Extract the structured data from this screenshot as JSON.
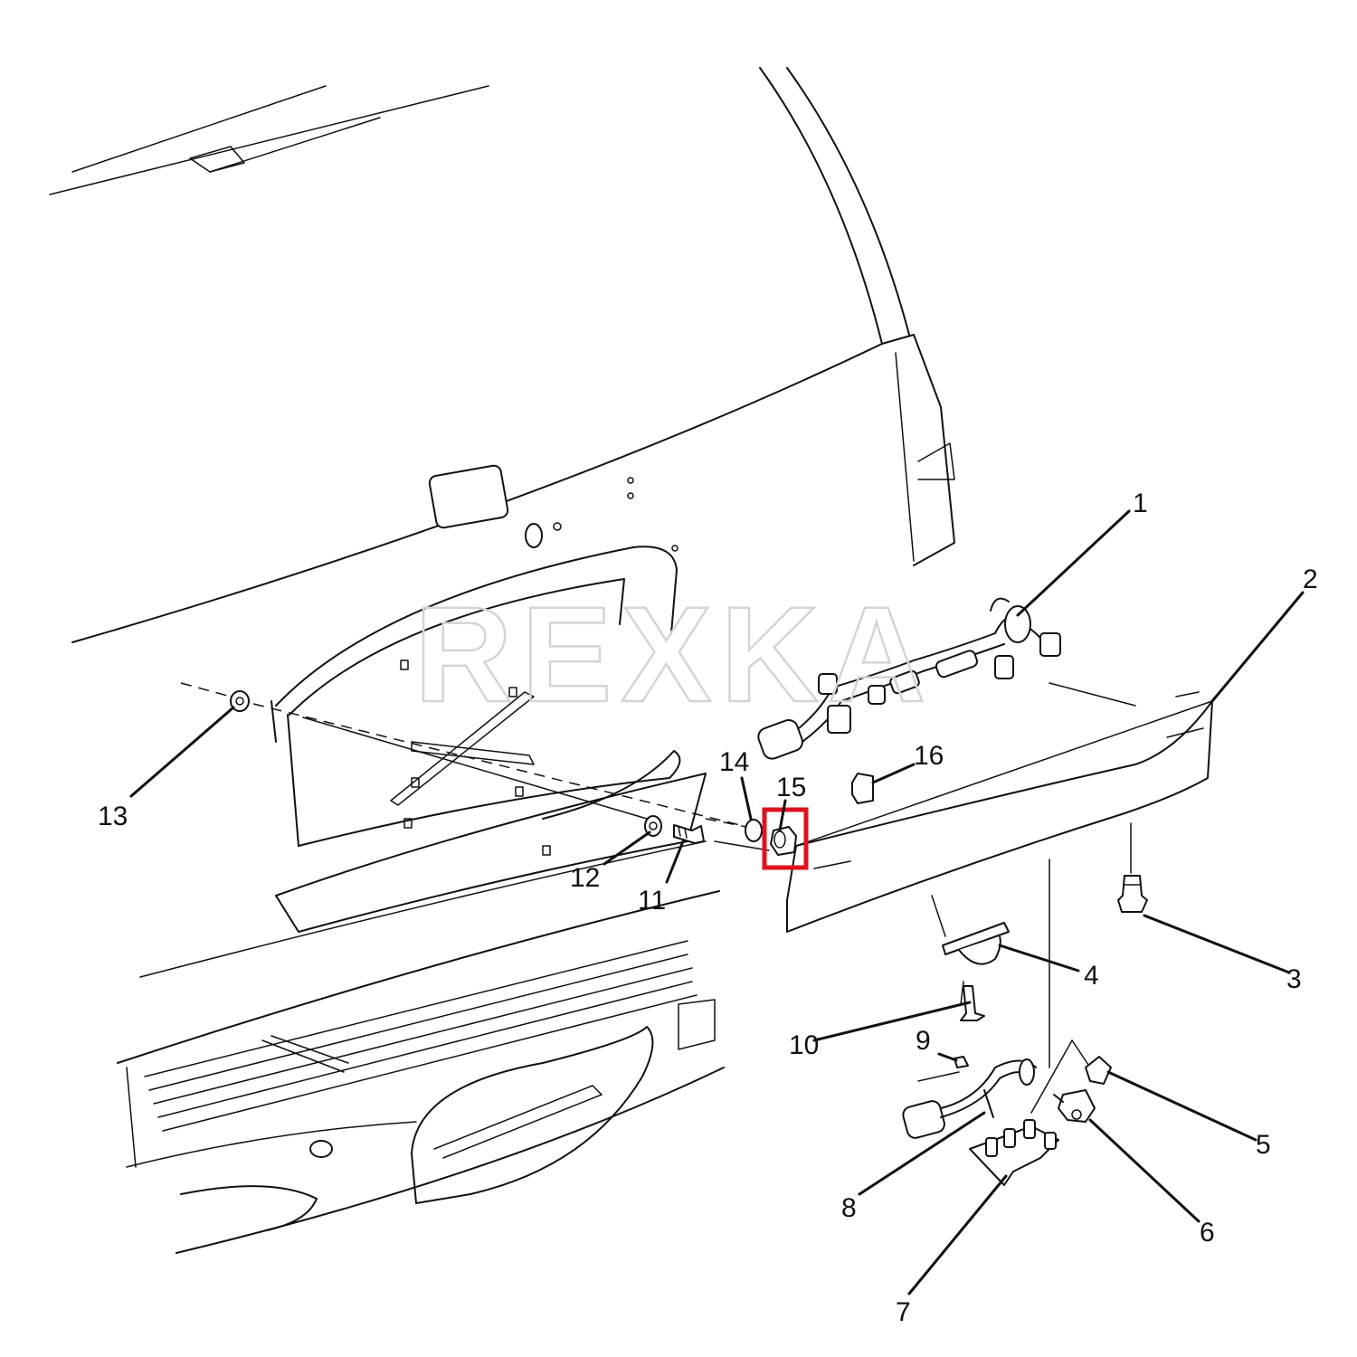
{
  "watermark": "REXKA",
  "highlight_color": "#e0121f",
  "callouts": {
    "c1": "1",
    "c2": "2",
    "c3": "3",
    "c4": "4",
    "c5": "5",
    "c6": "6",
    "c7": "7",
    "c8": "8",
    "c9": "9",
    "c10": "10",
    "c11": "11",
    "c12": "12",
    "c13": "13",
    "c14": "14",
    "c15": "15",
    "c16": "16"
  },
  "highlighted_part": "15"
}
